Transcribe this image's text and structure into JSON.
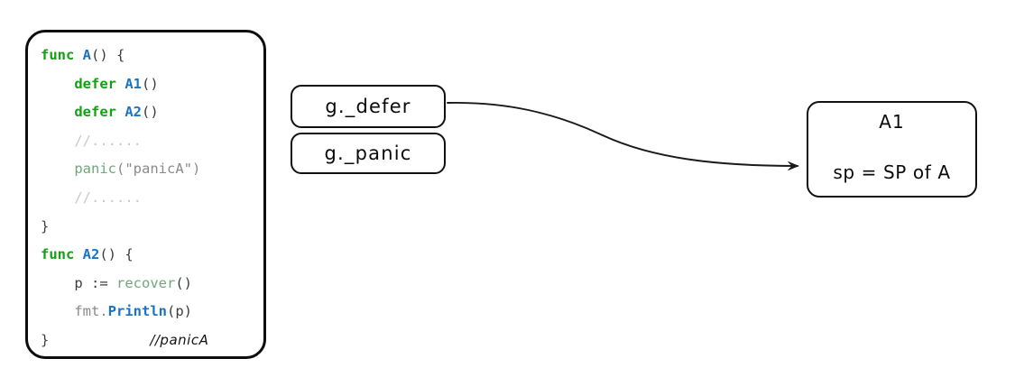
{
  "diagram": {
    "title": "Go defer/panic chain diagram",
    "background_color": "#ffffff",
    "code_panel": {
      "language": "go",
      "lines": [
        {
          "id": "line-1",
          "indent": 0,
          "tokens": [
            {
              "text": "func ",
              "style": "kw"
            },
            {
              "text": "A",
              "style": "fn"
            },
            {
              "text": "() {",
              "style": "plain"
            }
          ]
        },
        {
          "id": "line-2",
          "indent": 1,
          "tokens": [
            {
              "text": "defer ",
              "style": "kw"
            },
            {
              "text": "A1",
              "style": "fn"
            },
            {
              "text": "()",
              "style": "plain"
            }
          ]
        },
        {
          "id": "line-3",
          "indent": 1,
          "tokens": [
            {
              "text": "defer ",
              "style": "kw"
            },
            {
              "text": "A2",
              "style": "fn"
            },
            {
              "text": "()",
              "style": "plain"
            }
          ]
        },
        {
          "id": "line-4",
          "indent": 1,
          "tokens": [
            {
              "text": "//......",
              "style": "dim"
            }
          ]
        },
        {
          "id": "line-5",
          "indent": 1,
          "tokens": [
            {
              "text": "panic",
              "style": "builtin"
            },
            {
              "text": "(\"panicA\")",
              "style": "str"
            }
          ]
        },
        {
          "id": "line-6",
          "indent": 1,
          "tokens": [
            {
              "text": "//......",
              "style": "dim"
            }
          ]
        },
        {
          "id": "line-7",
          "indent": 0,
          "tokens": [
            {
              "text": "}",
              "style": "plain"
            }
          ]
        },
        {
          "id": "line-8",
          "indent": 0,
          "tokens": [
            {
              "text": "func ",
              "style": "kw"
            },
            {
              "text": "A2",
              "style": "fn"
            },
            {
              "text": "() {",
              "style": "plain"
            }
          ]
        },
        {
          "id": "line-9",
          "indent": 1,
          "tokens": [
            {
              "text": "p := ",
              "style": "plain"
            },
            {
              "text": "recover",
              "style": "builtin"
            },
            {
              "text": "()",
              "style": "plain"
            }
          ]
        },
        {
          "id": "line-10",
          "indent": 1,
          "tokens": [
            {
              "text": "fmt.",
              "style": "str"
            },
            {
              "text": "Println",
              "style": "fn"
            },
            {
              "text": "(p)",
              "style": "plain"
            }
          ]
        },
        {
          "id": "line-11",
          "indent": 0,
          "tokens": [
            {
              "text": "}",
              "style": "plain"
            },
            {
              "text": "            ",
              "style": "plain"
            },
            {
              "text": "//panicA",
              "style": "hand"
            }
          ]
        }
      ]
    },
    "boxes": {
      "g_defer": {
        "label": "g._defer"
      },
      "g_panic": {
        "label": "g._panic"
      },
      "a1": {
        "title": "A1",
        "subtitle": "sp = SP of A"
      }
    },
    "arrow": {
      "name": "defer-to-a1-arrow",
      "from": "g._defer",
      "to": "A1",
      "color": "#1a1a1a"
    },
    "colors": {
      "keyword": "#13a113",
      "function": "#1a73c4",
      "builtin": "#6fa87a",
      "string": "#8a8a8a",
      "comment": "#c9c9c9",
      "outline": "#111111"
    }
  }
}
